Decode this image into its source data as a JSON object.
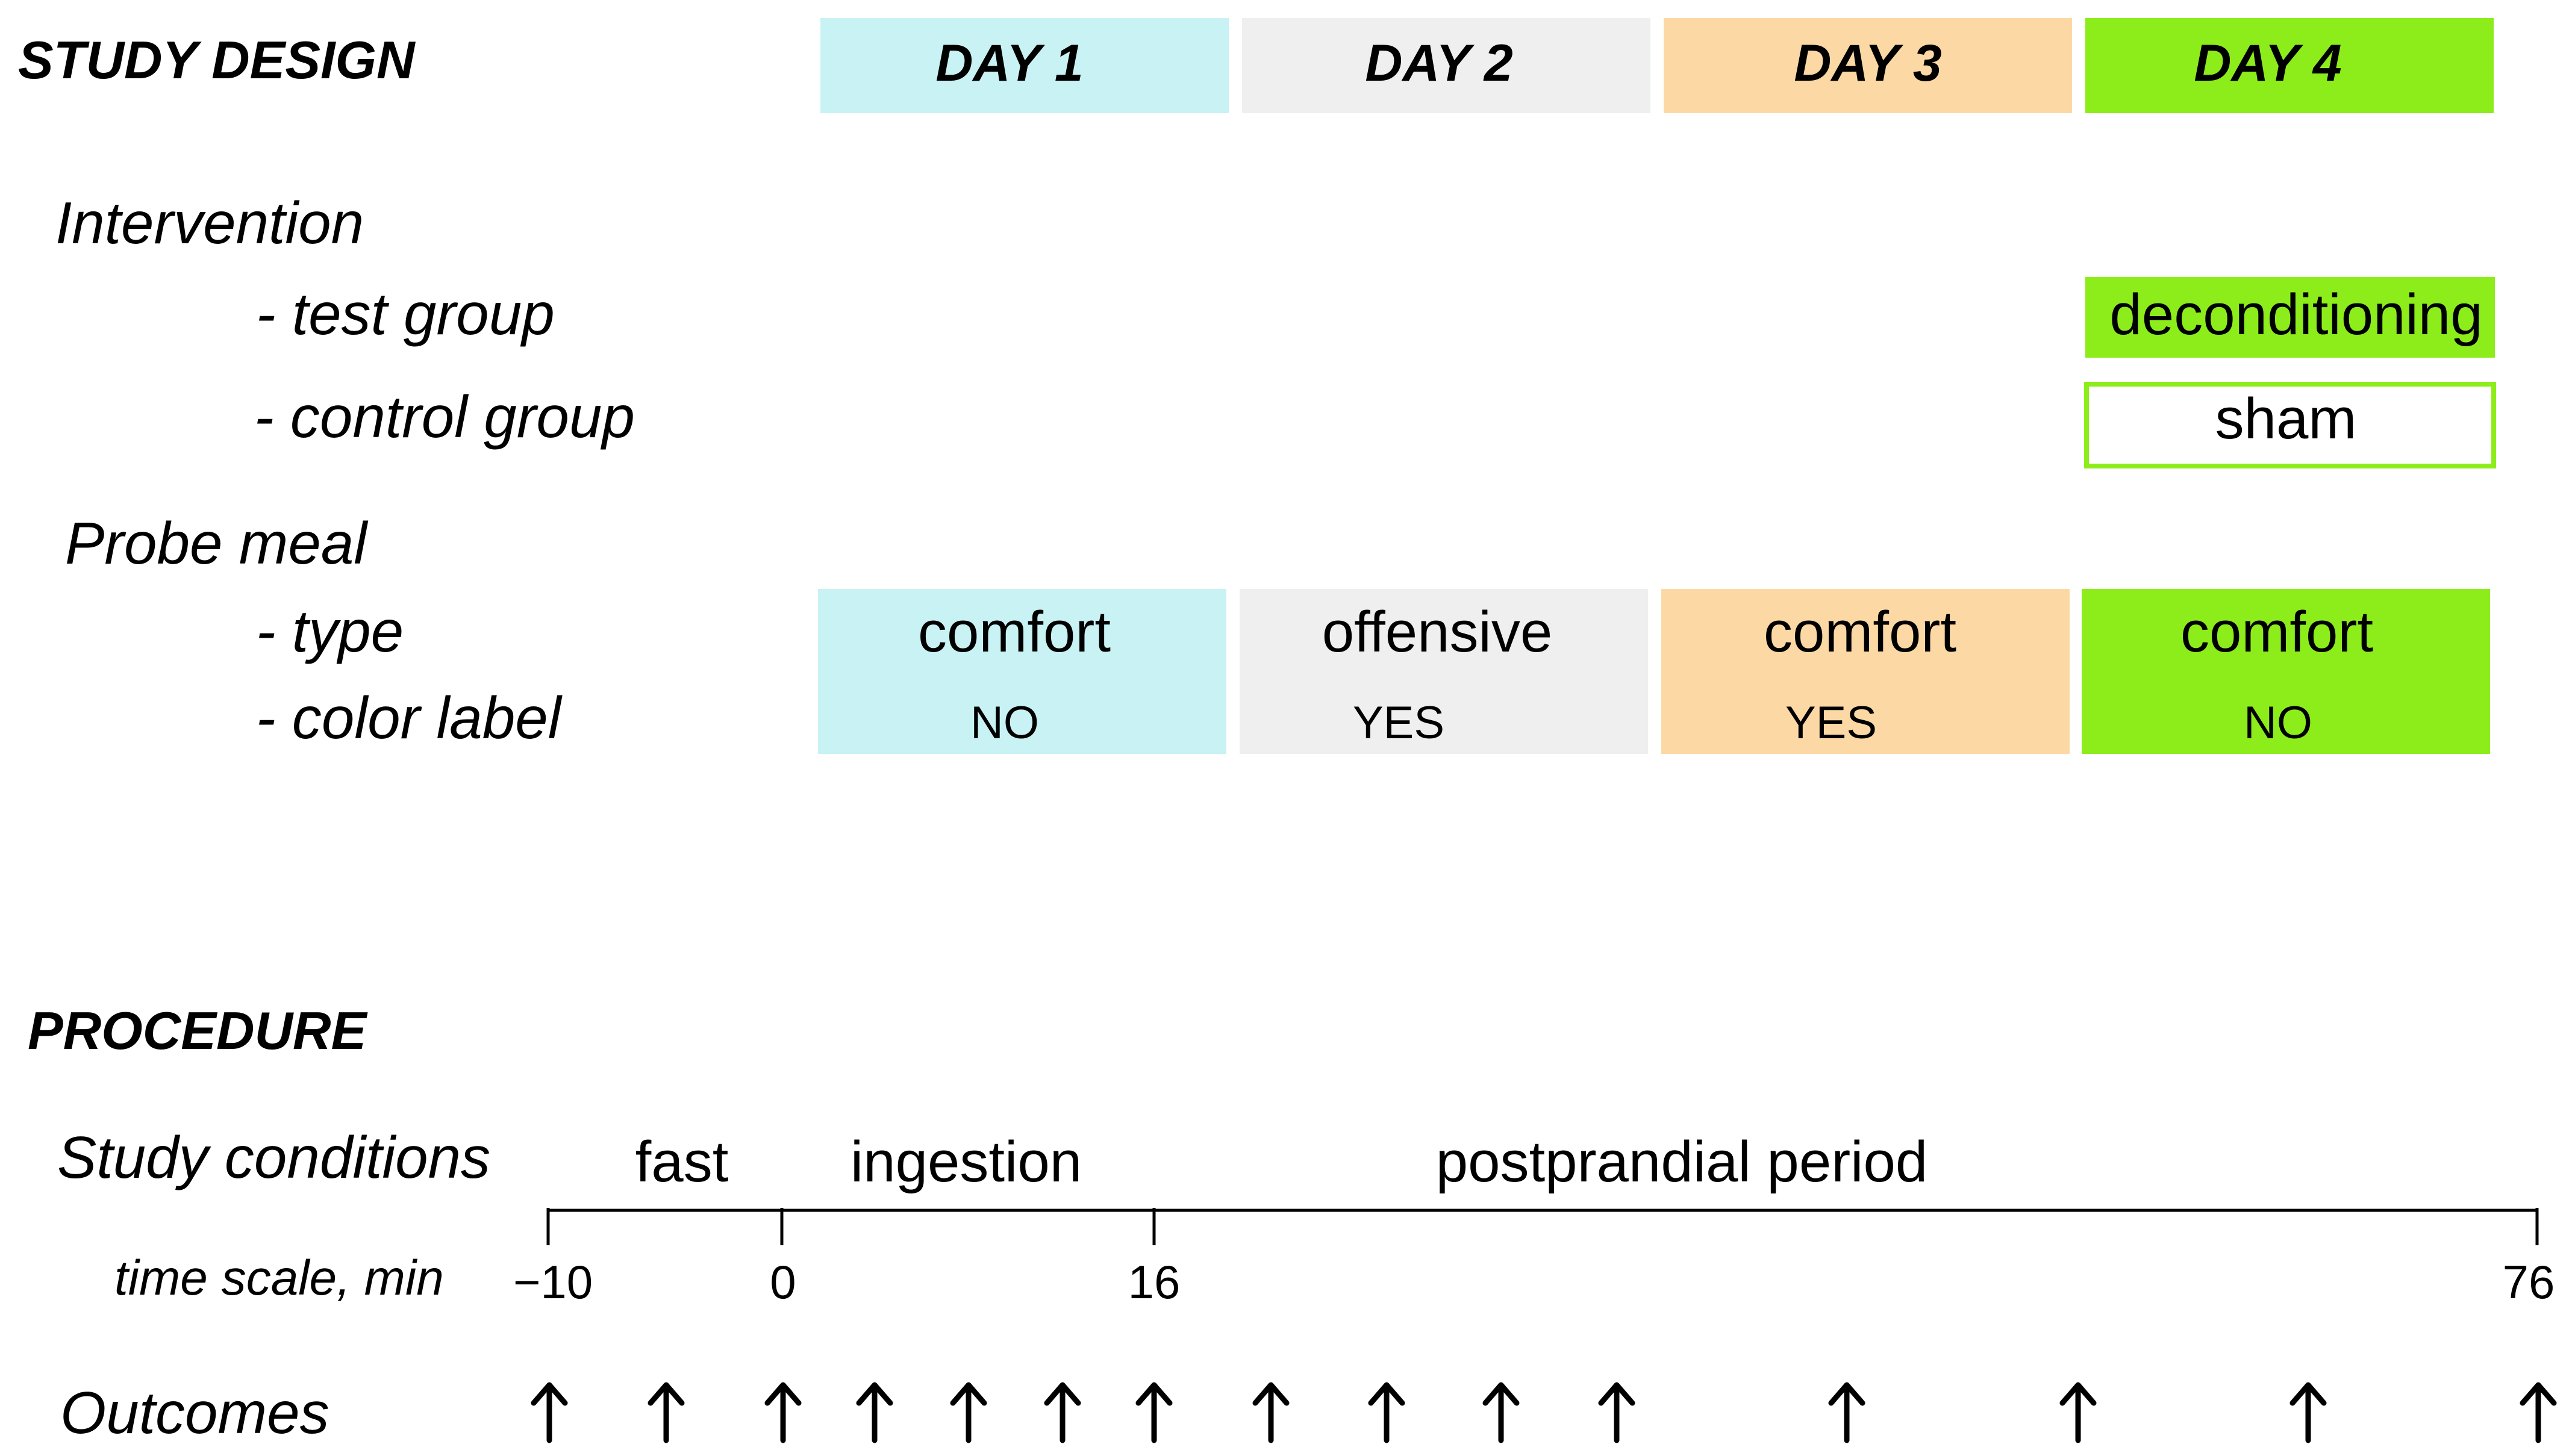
{
  "study_design": {
    "title": "STUDY DESIGN",
    "days": [
      {
        "label": "DAY 1",
        "color": "#c8f2f4",
        "meal_type": "comfort",
        "color_label": "NO"
      },
      {
        "label": "DAY 2",
        "color": "#efefef",
        "meal_type": "offensive",
        "color_label": "YES"
      },
      {
        "label": "DAY 3",
        "color": "#fcd9a4",
        "meal_type": "comfort",
        "color_label": "YES"
      },
      {
        "label": "DAY 4",
        "color": "#8ced1b",
        "meal_type": "comfort",
        "color_label": "NO"
      }
    ],
    "intervention": {
      "label": "Intervention",
      "test_group_label": "- test group",
      "control_group_label": "- control group",
      "test_value": "deconditioning",
      "control_value": "sham",
      "test_color": "#8ced1b",
      "control_border_color": "#8ced1b"
    },
    "probe_meal": {
      "label": "Probe meal",
      "type_label": "- type",
      "color_label_label": "- color label"
    }
  },
  "procedure": {
    "title": "PROCEDURE",
    "conditions_label": "Study conditions",
    "phases": [
      "fast",
      "ingestion",
      "postprandial period"
    ],
    "time_scale_label": "time scale, min",
    "tick_labels": [
      "−10",
      "0",
      "16",
      "76"
    ],
    "outcomes_label": "Outcomes",
    "arrow_glyph": "↑"
  }
}
